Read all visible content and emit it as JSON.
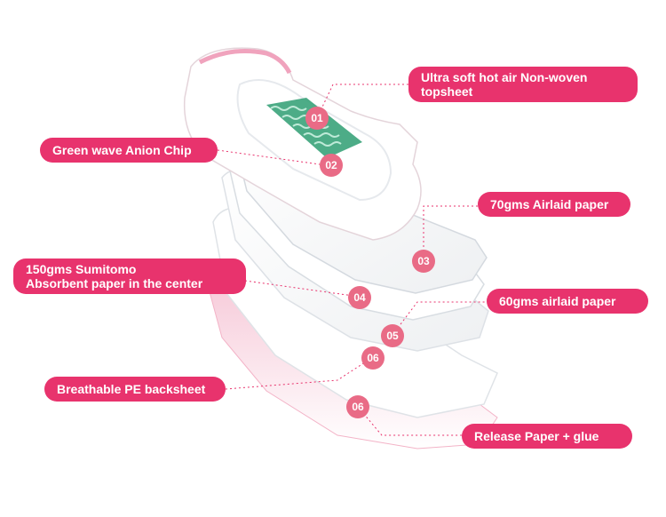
{
  "callouts": [
    {
      "id": "topsheet",
      "lines": [
        "Ultra soft  hot air Non-woven",
        "topsheet"
      ]
    },
    {
      "id": "anion",
      "lines": [
        "Green wave Anion Chip"
      ]
    },
    {
      "id": "airlaid70",
      "lines": [
        "70gms Airlaid paper"
      ]
    },
    {
      "id": "sumitomo",
      "lines": [
        "150gms Sumitomo",
        "Absorbent paper in the center"
      ]
    },
    {
      "id": "airlaid60",
      "lines": [
        "60gms airlaid paper"
      ]
    },
    {
      "id": "backsheet",
      "lines": [
        "Breathable PE backsheet"
      ]
    },
    {
      "id": "release",
      "lines": [
        "Release Paper + glue"
      ]
    }
  ],
  "markers": [
    "01",
    "02",
    "03",
    "04",
    "05",
    "06",
    "06"
  ],
  "colors": {
    "accent": "#e8336d",
    "marker": "#e96b86",
    "chip": "#3aa37a",
    "leader": "#e8336d"
  }
}
